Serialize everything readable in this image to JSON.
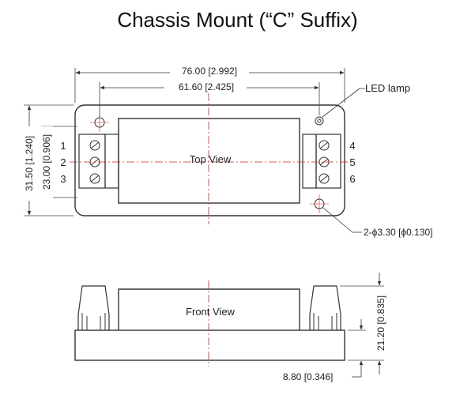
{
  "title": "Chassis Mount (“C” Suffix)",
  "top_view": {
    "label": "Top View",
    "dim_total_width": "76.00 [2.992]",
    "dim_hole_spacing": "61.60 [2.425]",
    "dim_total_height": "31.50 [1.240]",
    "dim_inner_height": "23.00 [0.906]",
    "led_label": "LED lamp",
    "hole_label": "2-ϕ3.30 [ϕ0.130]",
    "left_pins": [
      "1",
      "2",
      "3"
    ],
    "right_pins": [
      "4",
      "5",
      "6"
    ]
  },
  "front_view": {
    "label": "Front View",
    "dim_height": "21.20 [0.835]",
    "dim_base": "8.80 [0.346]"
  }
}
